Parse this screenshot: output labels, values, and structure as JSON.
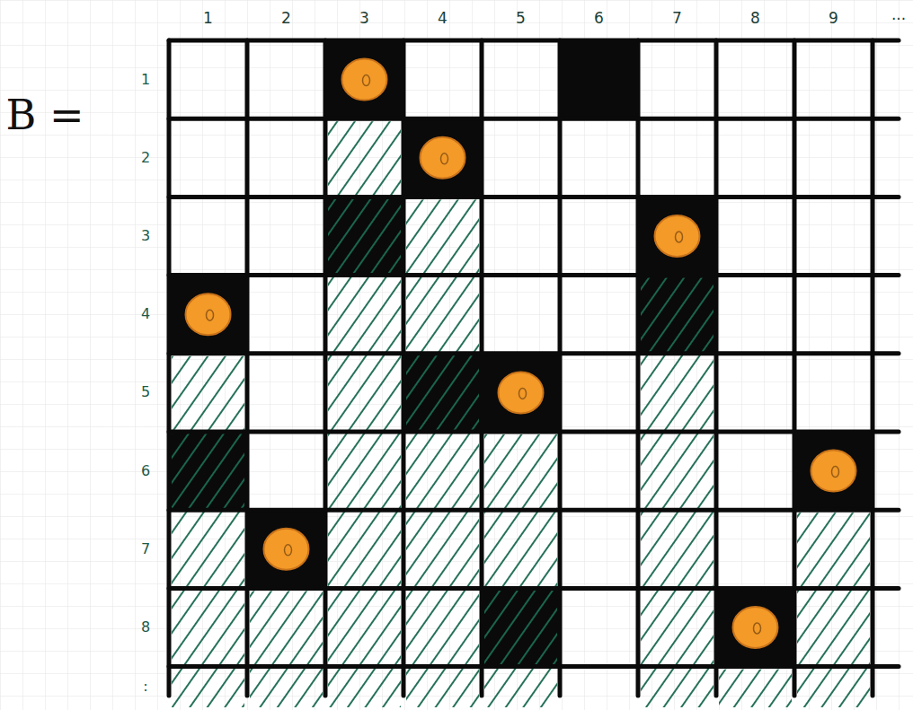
{
  "diagram": {
    "labels": [
      "B =",
      "1",
      "2",
      "3",
      "4",
      "5",
      "6",
      "7",
      "8",
      "9",
      "...",
      "1",
      "2",
      "3",
      "4",
      "5",
      "6",
      "7",
      "8",
      ":"
    ]
  }
}
